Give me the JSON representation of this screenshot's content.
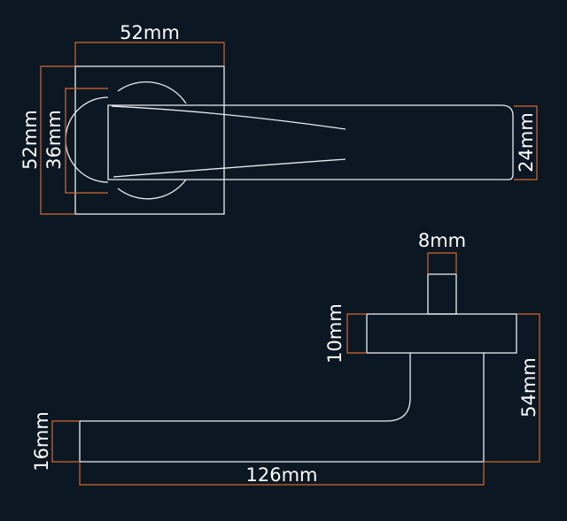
{
  "colors": {
    "background": "#0b1722",
    "outline": "#e9edf1",
    "dimension": "#d2692b",
    "text": "#ffffff"
  },
  "dimensions": {
    "rose_width": "52mm",
    "rose_height": "52mm",
    "rose_inner_diameter": "36mm",
    "lever_width": "24mm",
    "spindle_width": "8mm",
    "rose_thickness": "10mm",
    "lever_projection": "54mm",
    "lever_thickness": "16mm",
    "lever_length": "126mm"
  }
}
